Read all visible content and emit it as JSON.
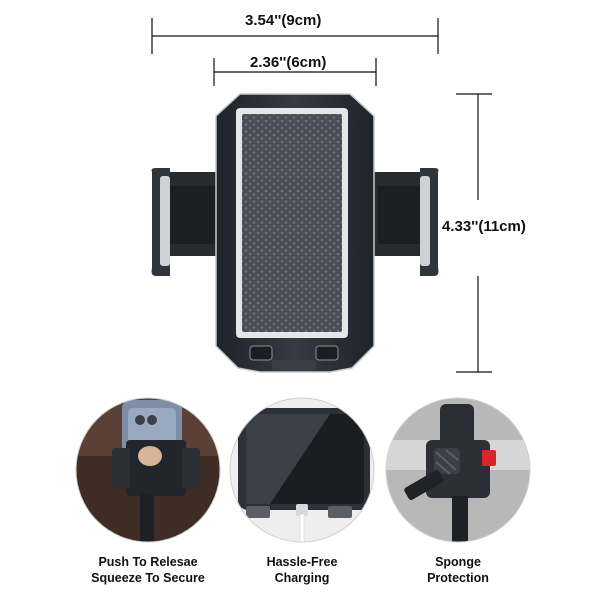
{
  "dimensions": {
    "outer_width": "3.54''(9cm)",
    "inner_width": "2.36''(6cm)",
    "height": "4.33''(11cm)"
  },
  "features": [
    {
      "icon": "phone-clamp-icon",
      "line1": "Push To Relesae",
      "line2": "Squeeze To Secure"
    },
    {
      "icon": "charging-cable-icon",
      "line1": "Hassle-Free",
      "line2": "Charging"
    },
    {
      "icon": "sponge-pad-icon",
      "line1": "Sponge",
      "line2": "Protection"
    }
  ],
  "colors": {
    "holder_body": "#2b3038",
    "holder_frame": "#d9dbde",
    "mesh": "#5b6068",
    "accent_red": "#d8252a"
  }
}
